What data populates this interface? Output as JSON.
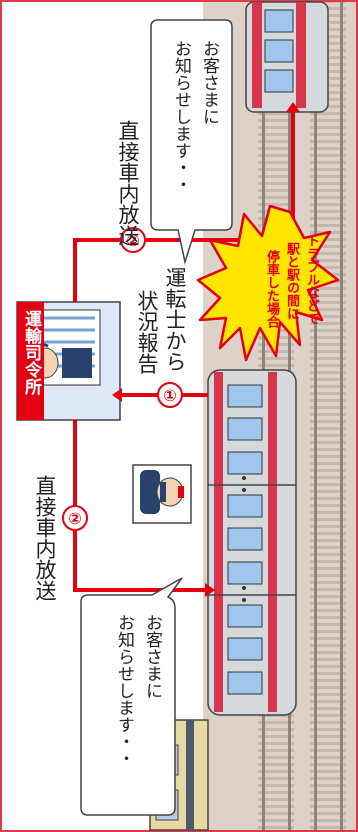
{
  "labels": {
    "announce_top": "直接車内放送",
    "announce_bottom": "直接車内放送",
    "driver_report_line1": "運転士から",
    "driver_report_line2": "状況報告",
    "control_center": "運輸司令所",
    "trouble_line1": "トラブルなどで",
    "trouble_line2": "駅と駅の間に",
    "trouble_line3": "停車した場合",
    "bubble_top_line1": "お客さまに",
    "bubble_top_line2": "お知らせします・・",
    "bubble_bottom_line1": "お客さまに",
    "bubble_bottom_line2": "お知らせします・・",
    "step_one": "①",
    "step_two_a": "②",
    "step_two_b": "②"
  },
  "colors": {
    "frame": "#e03a4a",
    "arrow": "#e30012",
    "track_bg": "#dcd2c8",
    "train_body": "#d5d8dd",
    "train_stripe": "#d6354a",
    "burst_fill": "#ffe600",
    "burst_stroke": "#e30012",
    "control_label_bg": "#e30012"
  },
  "icons": [
    "operator-headset-icon",
    "driver-icon",
    "train-icon",
    "burst-icon",
    "arrow-icon"
  ]
}
